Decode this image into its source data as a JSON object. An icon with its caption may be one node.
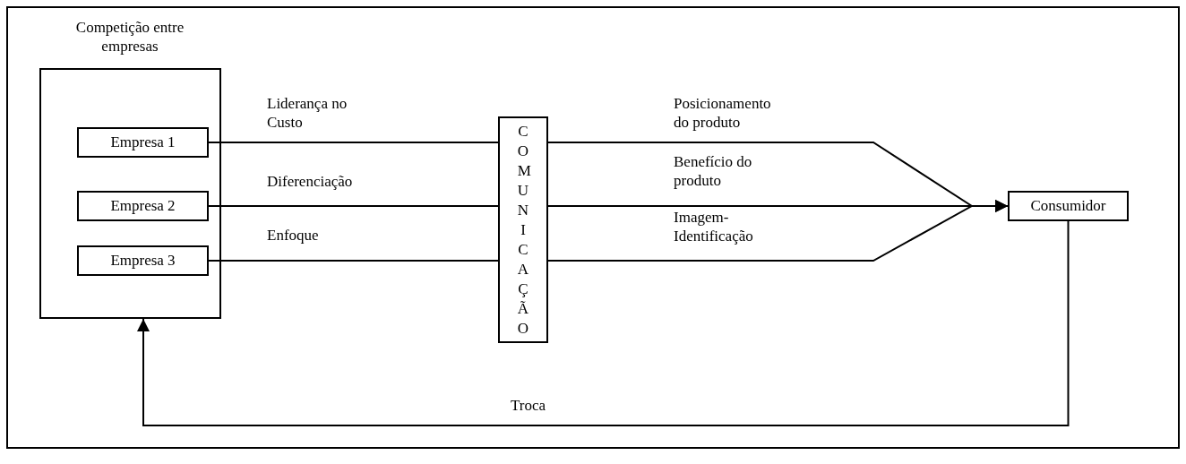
{
  "diagram": {
    "nodes": [
      {
        "text": [
          "Competição entre empresas"
        ]
      },
      {
        "text": [
          "Empresa 1"
        ],
        "in": 0
      },
      {
        "text": [
          "Empresa 2"
        ],
        "in": 0
      },
      {
        "text": [
          "Empresa 3"
        ],
        "in": 0
      },
      {
        "text": [
          "COMUNICAÇÃO"
        ]
      },
      {
        "text": [
          "Consumidor"
        ]
      }
    ],
    "edges": [
      {
        "from": 1,
        "to": 4,
        "arrow": "none",
        "label": "Liderança no Custo"
      },
      {
        "from": 2,
        "to": 4,
        "arrow": "none",
        "label": "Diferenciação"
      },
      {
        "from": 3,
        "to": 4,
        "arrow": "none",
        "label": "Enfoque"
      },
      {
        "from": 4,
        "to": 5,
        "arrow": "to",
        "label": "Posicionamento do produto"
      },
      {
        "from": 4,
        "to": 5,
        "arrow": "to",
        "label": "Benefício do produto"
      },
      {
        "from": 4,
        "to": 5,
        "arrow": "to",
        "label": "Imagem-Identificação"
      },
      {
        "from": 5,
        "to": 0,
        "arrow": "to",
        "label": "Troca"
      }
    ]
  }
}
